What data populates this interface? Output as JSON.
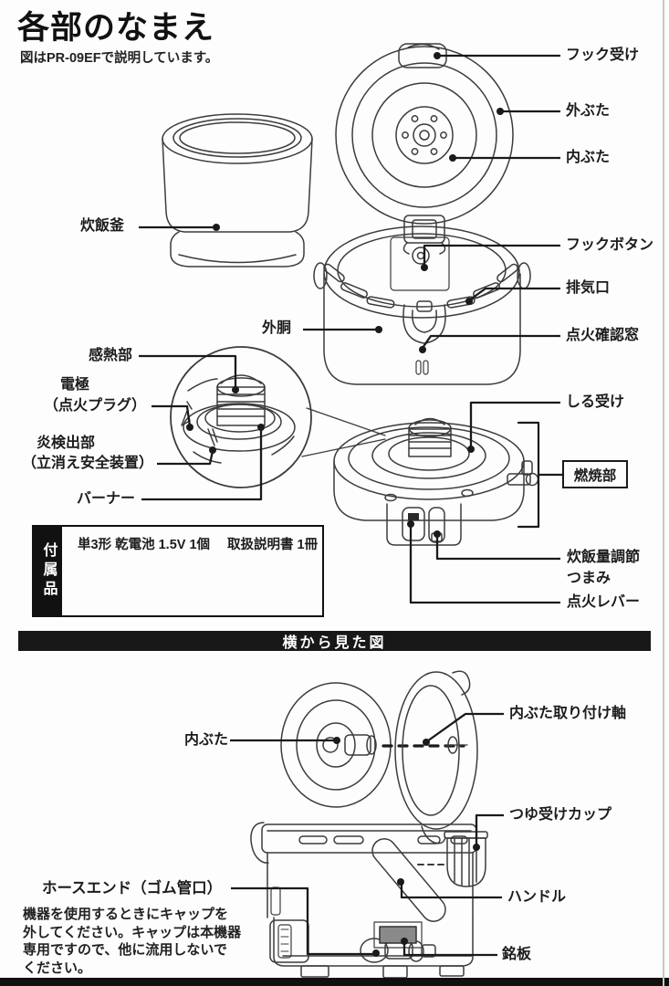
{
  "header": {
    "title": "各部のなまえ",
    "subtitle": "図はPR-09EFで説明しています。"
  },
  "colors": {
    "ink": "#1a1a1a",
    "banner_bg": "#181818",
    "banner_text": "#ffffff",
    "nameplate_fill": "#8a8a8a"
  },
  "top_diagram": {
    "callouts": {
      "hook_receiver": "フック受け",
      "outer_lid": "外ぶた",
      "inner_lid": "内ぶた",
      "hook_button": "フックボタン",
      "exhaust_port": "排気口",
      "ignition_window": "点火確認窓",
      "rice_pot": "炊飯釜",
      "outer_body": "外胴",
      "heat_sensor": "感熱部",
      "electrode_line1": "電極",
      "electrode_line2": "（点火プラグ）",
      "flame_detector_line1": "炎検出部",
      "flame_detector_line2": "（立消え安全装置）",
      "burner": "バーナー",
      "drip_receiver": "しる受け",
      "combustion_unit": "燃焼部",
      "rice_adjust_line1": "炊飯量調節",
      "rice_adjust_line2": "つまみ",
      "ignition_lever": "点火レバー"
    }
  },
  "accessories": {
    "tab": "付属品",
    "battery_label": "単3形 乾電池 1.5V 1個",
    "manual_label": "取扱説明書 1冊"
  },
  "side_view": {
    "banner": "横から見た図",
    "callouts": {
      "inner_lid": "内ぶた",
      "inner_lid_shaft": "内ぶた取り付け軸",
      "drip_cup": "つゆ受けカップ",
      "handle": "ハンドル",
      "hose_end": "ホースエンド（ゴム管口）",
      "nameplate": "銘板"
    },
    "note_lines": [
      "機器を使用するときにキャップを",
      "外してください。キャップは本機器",
      "専用ですので、他に流用しないで",
      "ください。"
    ]
  }
}
